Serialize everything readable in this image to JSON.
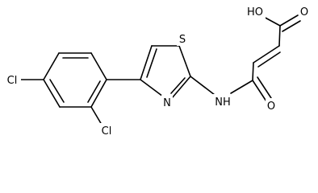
{
  "atoms": {
    "cl_left": "Cl",
    "cl_bottom": "Cl",
    "sulfur": "S",
    "ring_n": "N",
    "nh": "NH",
    "amide_o": "O",
    "acid_oh": "HO",
    "acid_o": "O"
  }
}
